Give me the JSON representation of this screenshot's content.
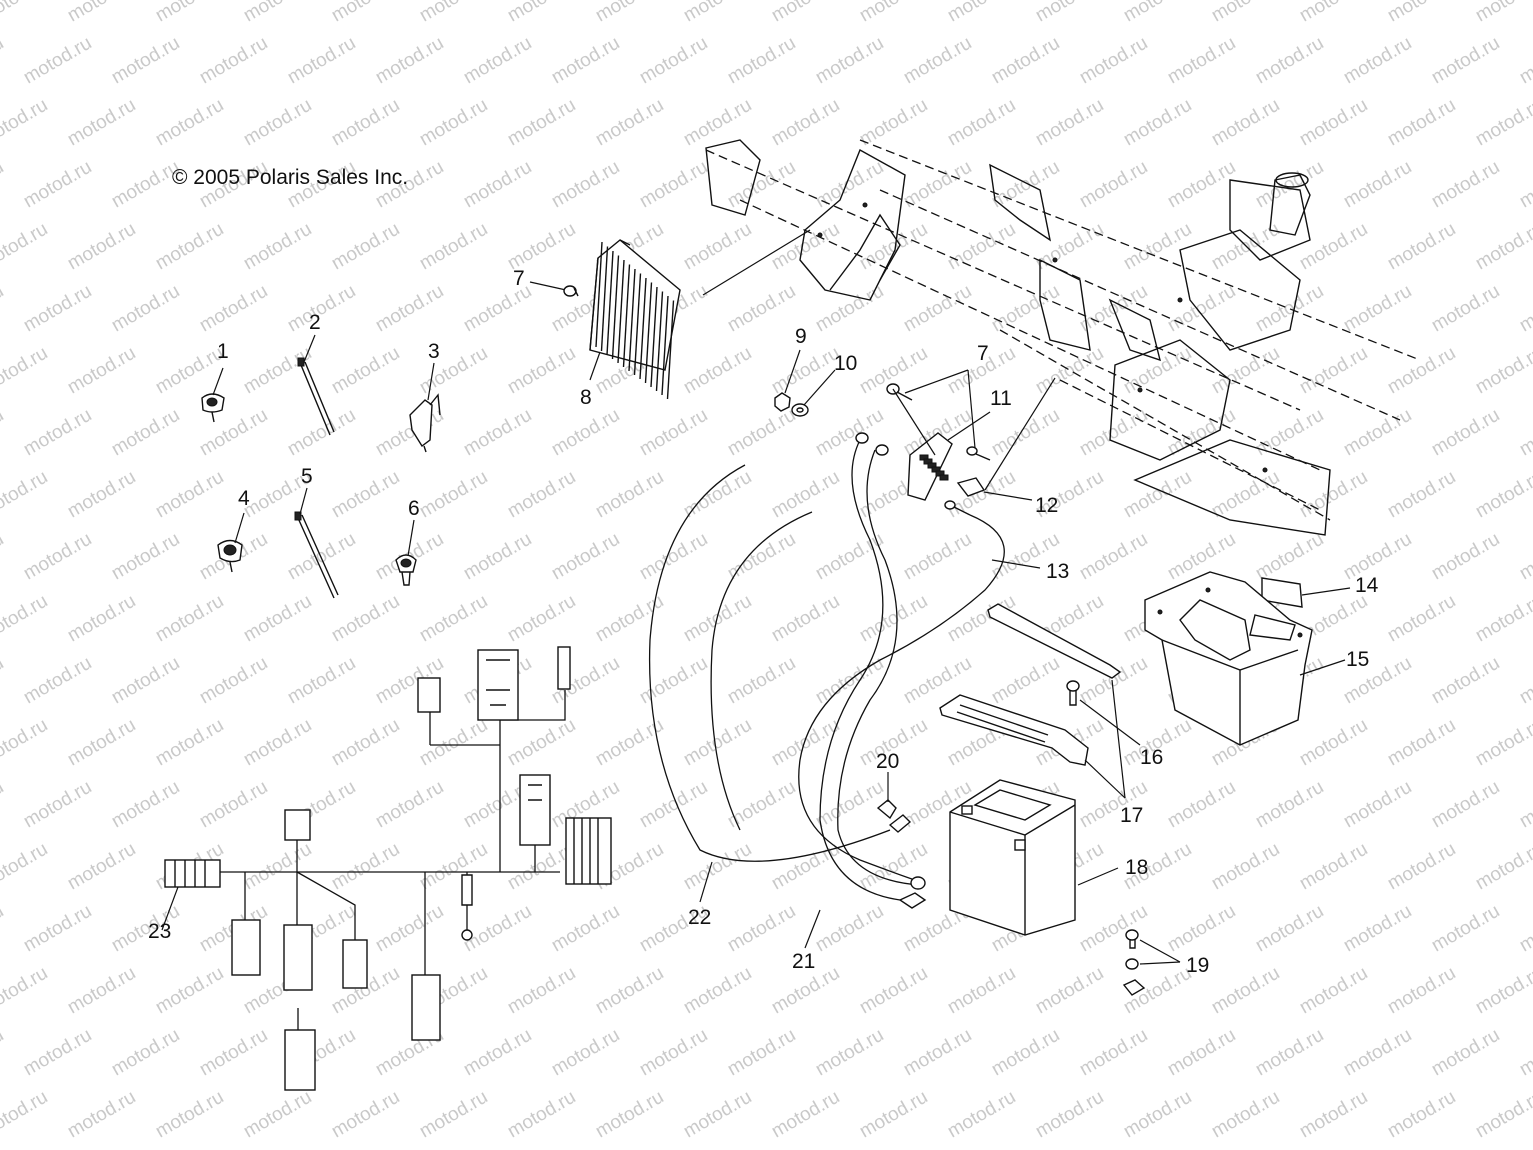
{
  "watermark": "motod.ru",
  "copyright": "© 2005 Polaris Sales Inc.",
  "callouts": [
    "1",
    "2",
    "3",
    "4",
    "5",
    "6",
    "7",
    "8",
    "9",
    "10",
    "7",
    "11",
    "12",
    "13",
    "14",
    "15",
    "16",
    "17",
    "18",
    "19",
    "20",
    "21",
    "22",
    "23"
  ],
  "icons": {
    "frame": "frame-weldment-icon",
    "harness": "wiring-harness-icon",
    "battery": "battery-icon",
    "battery_box": "battery-box-icon"
  }
}
